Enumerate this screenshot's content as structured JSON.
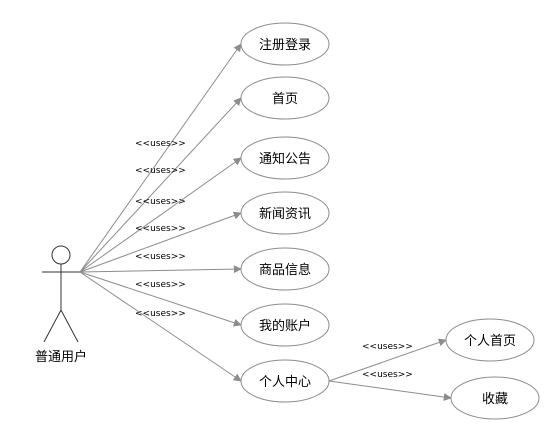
{
  "actor": {
    "label": "普通用户"
  },
  "use_cases": [
    {
      "id": "register-login",
      "label": "注册登录"
    },
    {
      "id": "home",
      "label": "首页"
    },
    {
      "id": "notice",
      "label": "通知公告"
    },
    {
      "id": "news",
      "label": "新闻资讯"
    },
    {
      "id": "product-info",
      "label": "商品信息"
    },
    {
      "id": "my-account",
      "label": "我的账户"
    },
    {
      "id": "personal-center",
      "label": "个人中心"
    },
    {
      "id": "personal-home",
      "label": "个人首页"
    },
    {
      "id": "favorites",
      "label": "收藏"
    }
  ],
  "relations": [
    {
      "from": "actor",
      "to": "register-login",
      "label": "<<uses>>"
    },
    {
      "from": "actor",
      "to": "home",
      "label": "<<uses>>"
    },
    {
      "from": "actor",
      "to": "notice",
      "label": "<<uses>>"
    },
    {
      "from": "actor",
      "to": "news",
      "label": "<<uses>>"
    },
    {
      "from": "actor",
      "to": "product-info",
      "label": "<<uses>>"
    },
    {
      "from": "actor",
      "to": "my-account",
      "label": "<<uses>>"
    },
    {
      "from": "actor",
      "to": "personal-center",
      "label": "<<uses>>"
    },
    {
      "from": "personal-center",
      "to": "personal-home",
      "label": "<<uses>>"
    },
    {
      "from": "personal-center",
      "to": "favorites",
      "label": "<<uses>>"
    }
  ]
}
